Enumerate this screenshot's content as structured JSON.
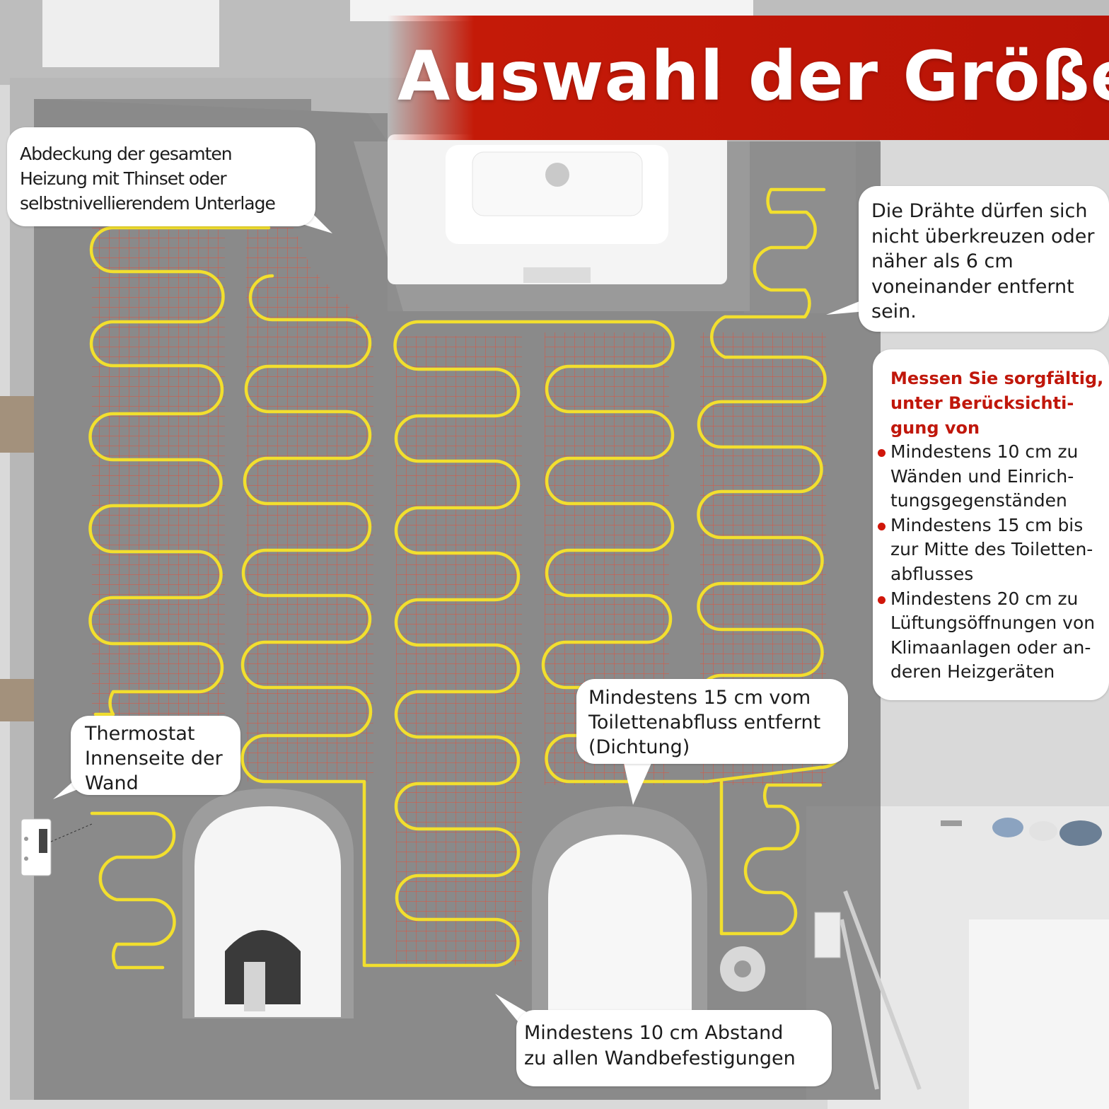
{
  "title": "Auswahl der Größe",
  "callouts": {
    "cover": "Abdeckung der gesamten\nHeizung mit Thinset oder\nselbstnivellierendem Unterlage",
    "wires": "Die Drähte dürfen sich\nnicht überkreuzen oder\nnäher als 6 cm\nvoneinander entfernt\nsein.",
    "measure": {
      "heading": "Messen Sie sorgfältig,\nunter Berücksichti-\ngung von",
      "items": [
        "Mindestens 10 cm zu\nWänden und Einrich-\ntungsgegenständen",
        "Mindestens 15 cm bis\nzur Mitte des Toiletten-\nabflusses",
        "Mindestens 20 cm zu\nLüftungsöffnungen von\nKlimaanlagen oder an-\nderen Heizgeräten"
      ]
    },
    "thermostat": "Thermostat\nInnenseite der\nWand",
    "toilet": "Mindestens 15 cm vom\nToilettenabfluss entfernt\n(Dichtung)",
    "wall": "Mindestens 10 cm Abstand\nzu allen Wandbefestigungen"
  },
  "colors": {
    "banner": "#c41a08",
    "wire": "#f2df2e",
    "mesh": "#e0533f",
    "floor": "#8e8e8e",
    "accent_text": "#c0170b"
  },
  "icons": {
    "thermostat": "thermostat-icon",
    "bullet": "bullet-dot-icon"
  }
}
